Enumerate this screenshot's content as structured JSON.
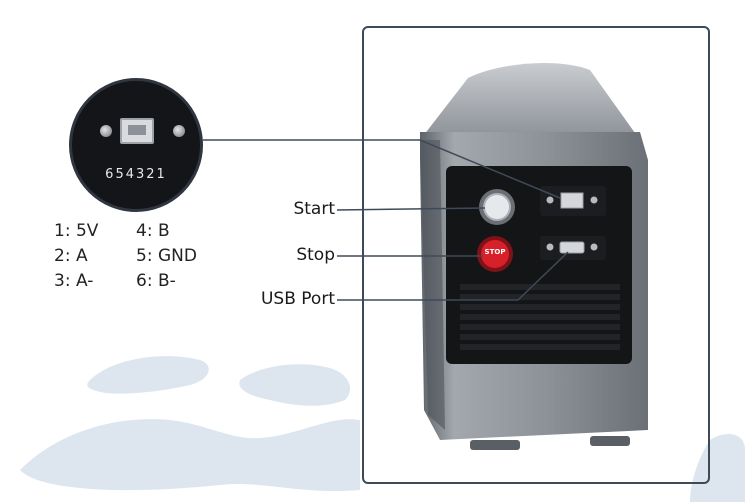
{
  "inset": {
    "pin_numbers": "654321"
  },
  "pinout": [
    [
      "1: 5V",
      "4: B"
    ],
    [
      "2: A",
      "5: GND"
    ],
    [
      "3: A-",
      "6: B-"
    ]
  ],
  "callouts": {
    "start": "Start",
    "stop": "Stop",
    "usb": "USB Port"
  },
  "button_stop_text": "STOP",
  "colors": {
    "frame": "#3f4a58",
    "device_body": "#8e939a",
    "stop_red": "#d8202a"
  }
}
